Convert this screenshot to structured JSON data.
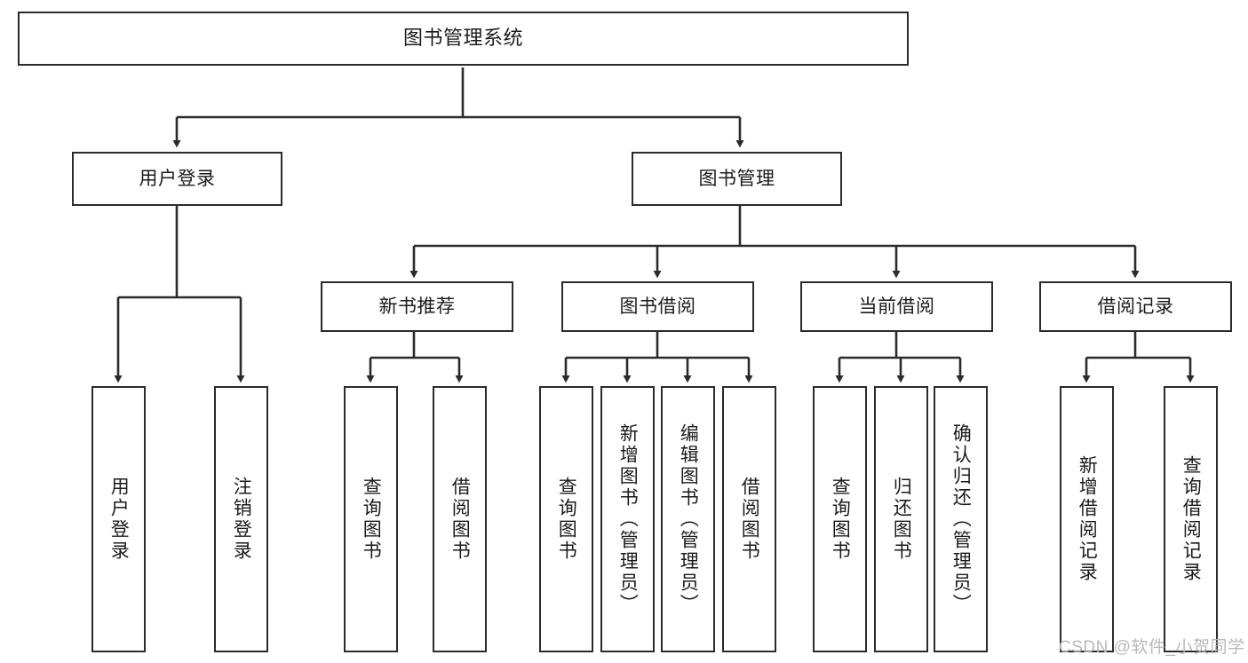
{
  "diagram": {
    "title": "图书管理系统",
    "type": "tree-hierarchy-chart",
    "root": {
      "id": "root",
      "label": "图书管理系统"
    },
    "level2": [
      {
        "id": "user-login",
        "label": "用户登录"
      },
      {
        "id": "book-management",
        "label": "图书管理"
      }
    ],
    "level3": [
      {
        "id": "new-book-recommend",
        "label": "新书推荐"
      },
      {
        "id": "book-borrow",
        "label": "图书借阅"
      },
      {
        "id": "current-borrow",
        "label": "当前借阅"
      },
      {
        "id": "borrow-record",
        "label": "借阅记录"
      }
    ],
    "leaves": {
      "user_login": [
        {
          "id": "leaf-user-login",
          "label": "用户登录"
        },
        {
          "id": "leaf-logout-login",
          "label": "注销登录"
        }
      ],
      "new_book_recommend": [
        {
          "id": "leaf-query-book-1",
          "label": "查询图书"
        },
        {
          "id": "leaf-borrow-book-1",
          "label": "借阅图书"
        }
      ],
      "book_borrow": [
        {
          "id": "leaf-query-book-2",
          "label": "查询图书"
        },
        {
          "id": "leaf-add-book",
          "label": "新增图书（管理员）"
        },
        {
          "id": "leaf-edit-book",
          "label": "编辑图书（管理员）"
        },
        {
          "id": "leaf-borrow-book-2",
          "label": "借阅图书"
        }
      ],
      "current_borrow": [
        {
          "id": "leaf-query-book-3",
          "label": "查询图书"
        },
        {
          "id": "leaf-return-book",
          "label": "归还图书"
        },
        {
          "id": "leaf-confirm-return",
          "label": "确认归还（管理员）"
        }
      ],
      "borrow_record": [
        {
          "id": "leaf-add-record",
          "label": "新增借阅记录"
        },
        {
          "id": "leaf-query-record",
          "label": "查询借阅记录"
        }
      ]
    }
  },
  "watermark": {
    "text": "CSDN @软件_小贺同学"
  },
  "colors": {
    "stroke": "#2b2b2b",
    "text": "#1b1b1b",
    "background": "#ffffff",
    "watermark": "#b9b9b9"
  }
}
